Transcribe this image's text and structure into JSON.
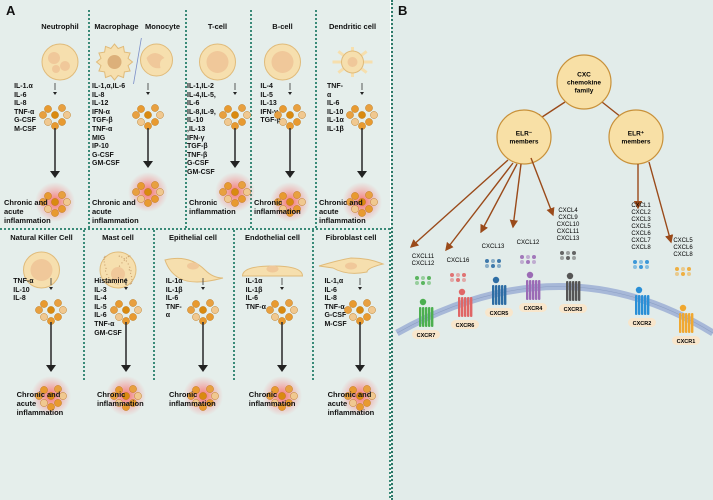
{
  "panel_a": {
    "label": "A",
    "top_row": [
      {
        "title": "Neutrophil",
        "cell": "neutrophil",
        "cytokines": [
          "IL-1.α",
          "IL-6",
          "IL-8",
          "TNF-α",
          "G-CSF",
          "M-CSF"
        ],
        "outcome": "Chronic and\nacute\ninflammation"
      },
      {
        "title": "Macrophage",
        "title2": "Monocyte",
        "cell": "macrophage-monocyte",
        "cytokines": [
          "IL-1,α,IL-6",
          "IL-8",
          "IL-12",
          "IFN-α",
          "TGF-β",
          "TNF-α",
          "MIG",
          "IP-10",
          "G-CSF",
          "GM-CSF"
        ],
        "outcome": "Chronic and\nacute\ninflammation"
      },
      {
        "title": "T-cell",
        "cell": "round",
        "cytokines": [
          "IL-1,IL-2",
          "IL-4,IL-5,",
          "IL-6",
          "IL-8,IL-9,",
          "IL-10",
          ",IL-13",
          "IFN-γ",
          "TGF-β",
          "TNF-β",
          "G-CSF",
          "GM-CSF"
        ],
        "outcome": "Chronic\ninflammation"
      },
      {
        "title": "B-cell",
        "cell": "round",
        "cytokines": [
          "IL-4",
          "IL-5",
          "IL-13",
          "IFN-γ",
          "TGF-β"
        ],
        "outcome": "Chronic\ninflammation"
      },
      {
        "title": "Dendritic cell",
        "cell": "dendritic",
        "cytokines": [
          "TNF-",
          "α",
          "IL-6",
          "IL-10",
          "IL-1α",
          "IL-1β"
        ],
        "outcome": "Chronic and\nacute\ninflammation"
      }
    ],
    "bottom_row": [
      {
        "title": "Natural Killer Cell",
        "cell": "round",
        "cytokines": [
          "TNF-α",
          "IL-10",
          "IL-8"
        ],
        "outcome": "Chronic and\nacute\ninflammation"
      },
      {
        "title": "Mast cell",
        "cell": "mast",
        "cytokines": [
          "Histamine",
          "IL-3",
          "IL-4",
          "IL-5",
          "IL-6",
          "TNF-α",
          "GM-CSF"
        ],
        "outcome": "Chronic\ninflammation"
      },
      {
        "title": "Epithelial cell",
        "cell": "epithelial",
        "cytokines": [
          "IL-1α",
          "IL-1β",
          "IL-6",
          "TNF-",
          "α"
        ],
        "outcome": "Chronic\ninflammation"
      },
      {
        "title": "Endothelial cell",
        "cell": "endothelial",
        "cytokines": [
          "IL-1α",
          "IL-1β",
          "IL-6",
          "TNF-α"
        ],
        "outcome": "Chronic\ninflammation"
      },
      {
        "title": "Fibroblast cell",
        "cell": "fibroblast",
        "cytokines": [
          "IL-1,α",
          "IL-6",
          "IL-8",
          "TNF-α",
          "G-CSF",
          "M-CSF"
        ],
        "outcome": "Chronic and\nacute\ninflammation"
      }
    ]
  },
  "panel_b": {
    "label": "B",
    "root": [
      "CXC",
      "chemokine",
      "family"
    ],
    "elr_neg": [
      "ELR⁻",
      "members"
    ],
    "elr_pos": [
      "ELR⁺",
      "members"
    ],
    "receptors": [
      {
        "name": "CXCR7",
        "ligands": [
          "CXCL11",
          "CXCL12"
        ],
        "color": "#4caf50"
      },
      {
        "name": "CXCR6",
        "ligands": [
          "CXCL16"
        ],
        "color": "#e06666"
      },
      {
        "name": "CXCR5",
        "ligands": [
          "CXCL13"
        ],
        "color": "#2e6da4"
      },
      {
        "name": "CXCR4",
        "ligands": [
          "CXCL12"
        ],
        "color": "#9b6bb5"
      },
      {
        "name": "CXCR3",
        "ligands": [
          "CXCL4",
          "CXCL9",
          "CXCL10",
          "CXCL11",
          "CXCL13"
        ],
        "color": "#555555"
      },
      {
        "name": "CXCR2",
        "ligands": [
          "CXCL1",
          "CXCL2",
          "CXCL3",
          "CXCL5",
          "CXCL6",
          "CXCL7",
          "CXCL8"
        ],
        "color": "#2a8fd6"
      },
      {
        "name": "CXCR1",
        "ligands": [
          "CXCL5",
          "CXCL6",
          "CXCL8"
        ],
        "color": "#f0a830"
      }
    ],
    "colors": {
      "circle_fill": "#f8e0a6",
      "circle_stroke": "#c8913a",
      "arrow": "#9a4a1a",
      "membrane": "#a7b8d8"
    }
  }
}
